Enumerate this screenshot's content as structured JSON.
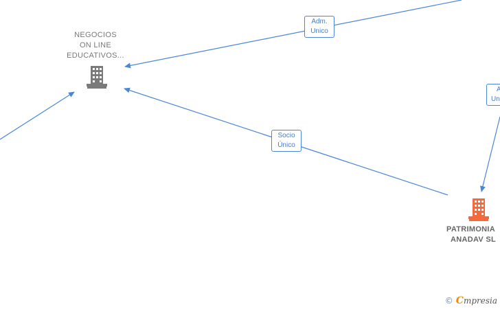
{
  "nodes": {
    "negocios": {
      "line1": "NEGOCIOS",
      "line2": "ON LINE",
      "line3": "EDUCATIVOS..."
    },
    "patrimonial": {
      "line1": "PATRIMONIA",
      "line2": "ANADAV  SL"
    }
  },
  "edges": {
    "adm_unico_top": {
      "line1": "Adm.",
      "line2": "Unico"
    },
    "socio_unico": {
      "line1": "Socio",
      "line2": "Único"
    },
    "adm_unico_right": {
      "line1": "Ad",
      "line2": "Uni"
    }
  },
  "watermark": {
    "copyright": "©",
    "brand_initial": "C",
    "brand_rest": "mpresia"
  },
  "colors": {
    "edge": "#4a86d8",
    "node_grey": "#7a7a7a",
    "node_orange": "#f26a3d"
  }
}
